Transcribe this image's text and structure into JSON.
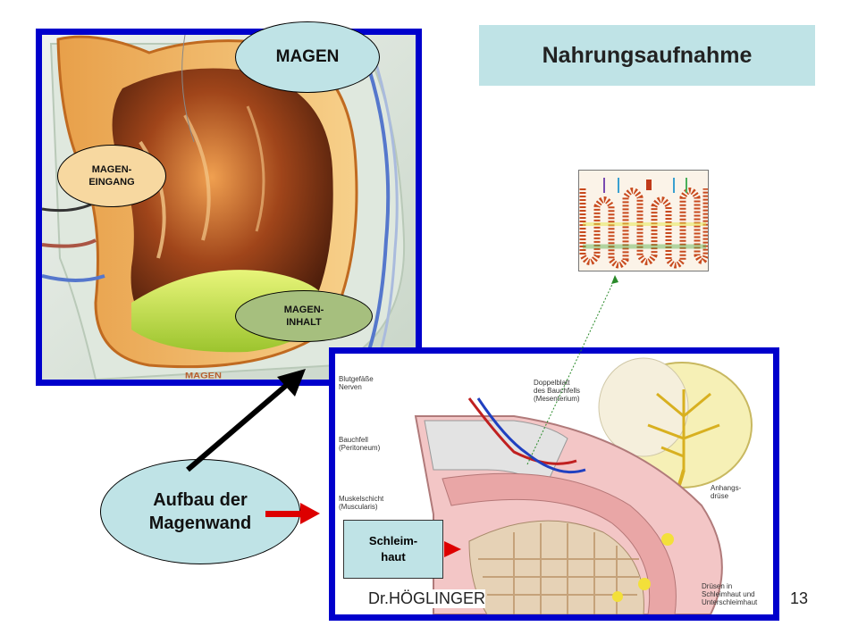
{
  "slide": {
    "title": "Nahrungsaufnahme",
    "footer_author": "Dr.HÖGLINGER",
    "page_number": "13"
  },
  "stomach_panel": {
    "bubble_top": "MAGEN",
    "bubble_entrance": "MAGEN-\nEINGANG",
    "bubble_content": "MAGEN-\nINHALT",
    "image_caption": "MAGEN"
  },
  "wall_panel": {
    "labels": {
      "vessels": "Blutgefäße\nNerven",
      "mesentery": "Doppelblatt\ndes Bauchfells\n(Mesenterium)",
      "peritoneum": "Bauchfell\n(Peritoneum)",
      "muscularis": "Muskelschicht\n(Muscularis)",
      "gland": "Anhangs-\ndrüse",
      "glands_in": "Drüsen in\nSchleimhaut und\nUnterschleimhaut"
    },
    "mucosa_box": "Schleim-\nhaut"
  },
  "wall_bubble": "Aufbau der\nMagenwand",
  "colors": {
    "panel_border": "#0000cc",
    "bubble_fill": "#bfe3e6",
    "arrow_red": "#dd0000",
    "guide_green": "#2a8a2a"
  }
}
